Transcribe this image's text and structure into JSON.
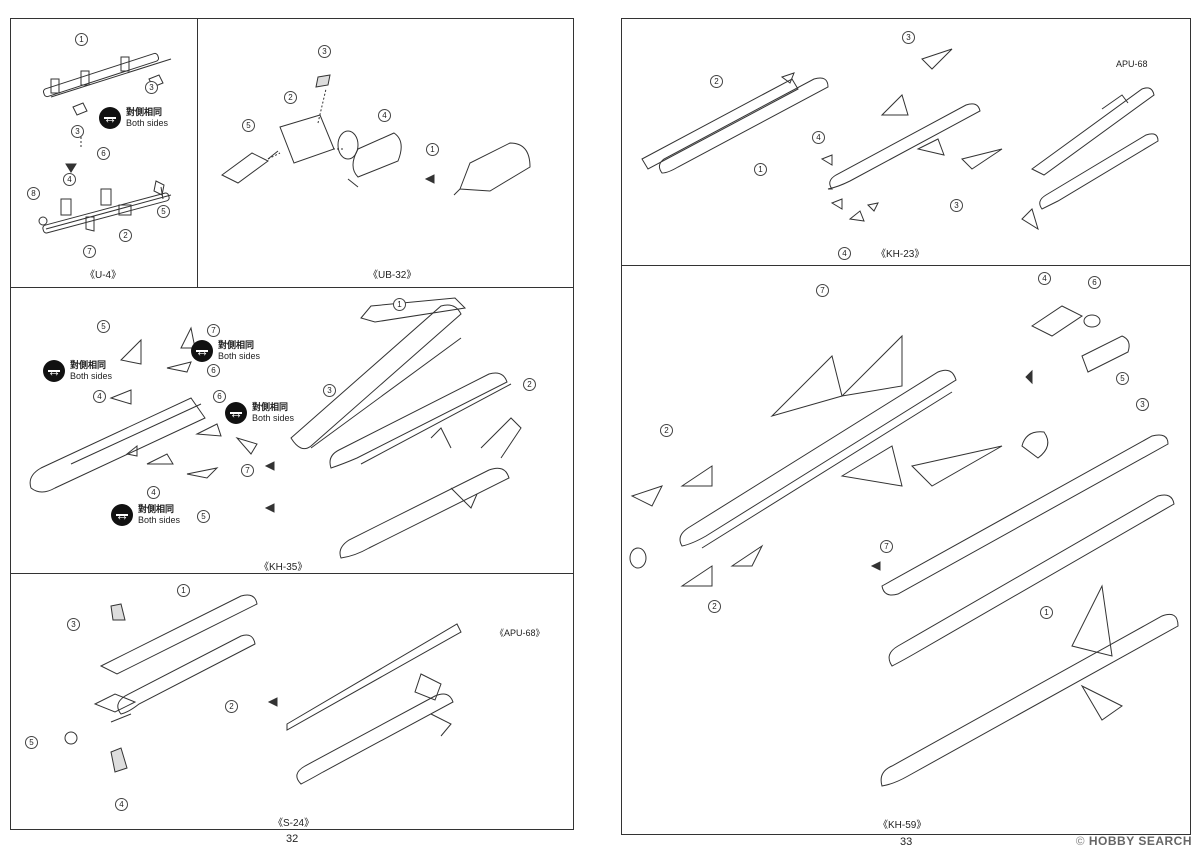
{
  "pages": {
    "left": "32",
    "right": "33"
  },
  "panels": {
    "u4": {
      "caption": "《U-4》"
    },
    "ub32": {
      "caption": "《UB-32》"
    },
    "kh35": {
      "caption": "《KH-35》"
    },
    "s24": {
      "caption": "《S-24》",
      "apu_label": "《APU-68》"
    },
    "kh23": {
      "caption": "《KH-23》",
      "apu_label": "APU-68"
    },
    "kh59": {
      "caption": "《KH-59》"
    }
  },
  "both_sides": {
    "cjk": "對側相同",
    "en": "Both sides"
  },
  "watermark": {
    "text": "HOBBY SEARCH",
    "prefix": "© "
  }
}
